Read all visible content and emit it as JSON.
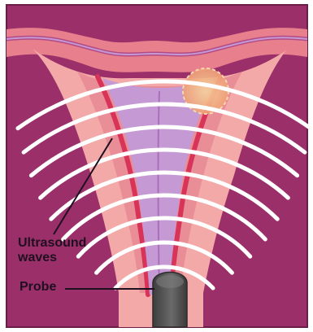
{
  "labels": {
    "waves_line1": "Ultrasound",
    "waves_line2": "waves",
    "probe": "Probe"
  },
  "icons": {
    "uterus": "uterus-cross-section-icon",
    "probe": "ultrasound-probe-icon",
    "waves": "ultrasound-wave-arcs-icon",
    "ovary_follicle": "follicle-icon"
  },
  "colors": {
    "background": "#9b2f6a",
    "tissue_light": "#f3a9a8",
    "tissue_mid": "#e7808c",
    "cavity": "#c59ad4",
    "lining": "#d8345a",
    "wave": "#ffffff",
    "probe": "#555555",
    "label": "#1f1020",
    "follicle": "#f6c184"
  }
}
